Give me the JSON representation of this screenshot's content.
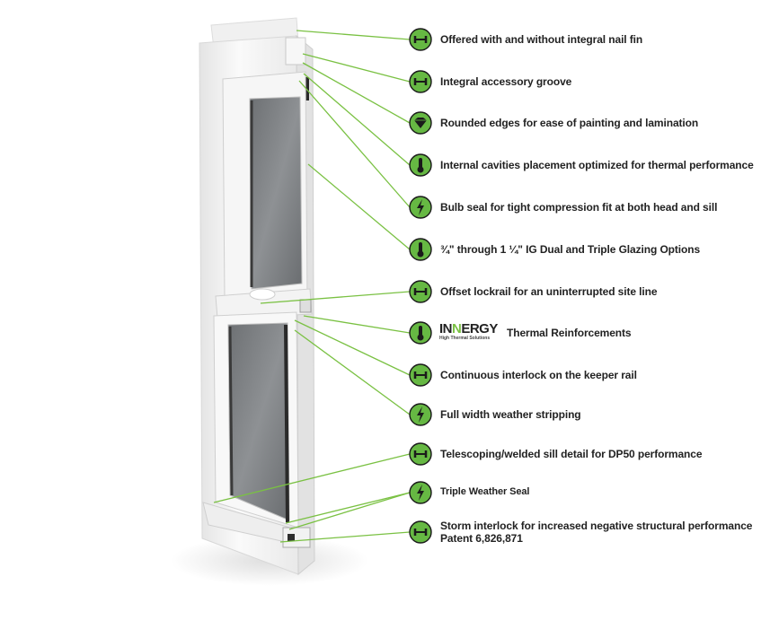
{
  "features": [
    {
      "text": "Offered with and without integral nail fin",
      "icon": "arrows-icon"
    },
    {
      "text": "Integral accessory groove",
      "icon": "arrows-icon"
    },
    {
      "text": "Rounded edges for ease of painting and lamination",
      "icon": "diamond-icon"
    },
    {
      "text": "Internal cavities placement optimized for thermal performance",
      "icon": "thermometer-icon"
    },
    {
      "text": "Bulb seal for tight compression fit at both head and sill",
      "icon": "lightning-icon"
    },
    {
      "text": "¾\" through 1 ¼\" IG Dual and Triple Glazing Options",
      "icon": "thermometer-icon"
    },
    {
      "text": "Offset lockrail for an uninterrupted site line",
      "icon": "arrows-icon"
    },
    {
      "text": "Thermal Reinforcements",
      "icon": "thermometer-icon",
      "logo": "INNERGY"
    },
    {
      "text": "Continuous  interlock on the keeper rail",
      "icon": "arrows-icon"
    },
    {
      "text": "Full width weather stripping",
      "icon": "lightning-icon"
    },
    {
      "text": "Telescoping/welded sill detail for DP50 performance",
      "icon": "arrows-icon"
    },
    {
      "text": "Triple Weather Seal",
      "icon": "lightning-icon"
    },
    {
      "text": "Storm interlock for increased negative structural performance",
      "text2": "Patent 6,826,871",
      "icon": "arrows-icon"
    }
  ],
  "logo": {
    "brand_pre": "IN",
    "brand_post": "ERGY",
    "tagline": "High Thermal Solutions"
  },
  "colors": {
    "accent": "#7ac143",
    "icon_fill": "#66b843",
    "icon_dark": "#1a1a1a",
    "frame": "#f2f2f2",
    "glass": "#7a7d80"
  }
}
